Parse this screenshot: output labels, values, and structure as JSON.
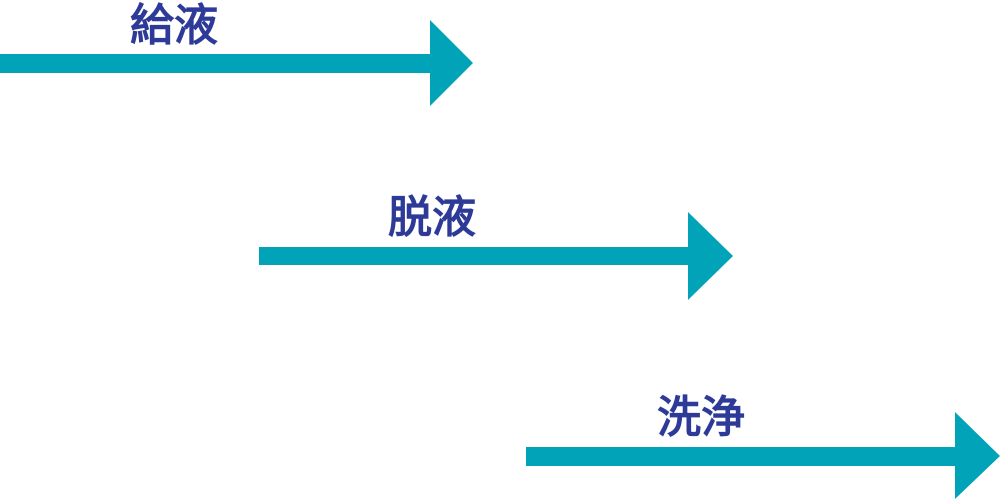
{
  "colors": {
    "arrow": "#00a3b8",
    "label": "#2e3a97"
  },
  "steps": [
    {
      "label": "給液",
      "icon": "arrow-right-icon"
    },
    {
      "label": "脱液",
      "icon": "arrow-right-icon"
    },
    {
      "label": "洗浄",
      "icon": "arrow-right-icon"
    }
  ]
}
